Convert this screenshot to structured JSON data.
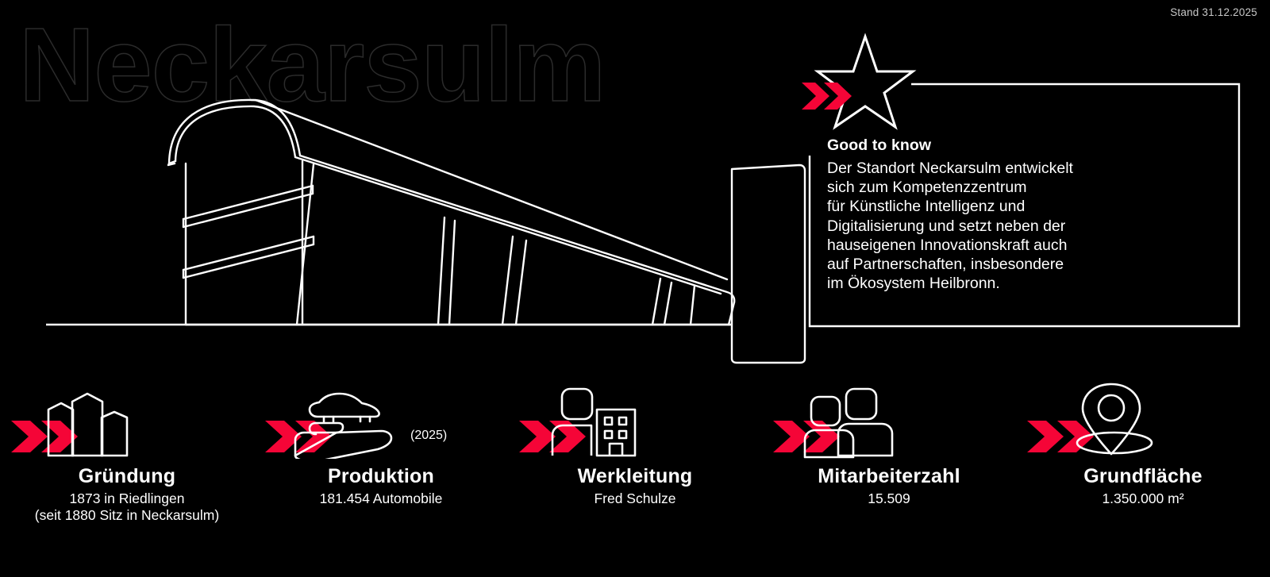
{
  "meta": {
    "date_note": "Stand 31.12.2025",
    "watermark": "Neckarsulm",
    "accent_red": "#F50537",
    "background": "#000000",
    "line_color": "#FFFFFF",
    "watermark_stroke": "#2B2B2B"
  },
  "good_to_know": {
    "title": "Good to know",
    "body": "Der Standort Neckarsulm entwickelt\nsich zum Kompetenzzentrum\nfür Künstliche Intelligenz und\nDigitalisierung und setzt neben der\nhauseigenen Innovationskraft auch\nauf Partnerschaften, insbesondere\nim Ökosystem Heilbronn."
  },
  "stats": [
    {
      "icon": "buildings-icon",
      "note": "",
      "label": "Gründung",
      "value": "1873 in Riedlingen\n(seit 1880 Sitz in Neckarsulm)"
    },
    {
      "icon": "car-in-hand-icon",
      "note": "(2025)",
      "label": "Produktion",
      "value": "181.454 Automobile"
    },
    {
      "icon": "person-building-icon",
      "note": "",
      "label": "Werkleitung",
      "value": "Fred Schulze"
    },
    {
      "icon": "two-people-icon",
      "note": "",
      "label": "Mitarbeiterzahl",
      "value": "15.509"
    },
    {
      "icon": "map-pin-icon",
      "note": "",
      "label": "Grundfläche",
      "value": "1.350.000 m²"
    }
  ],
  "scene": {
    "star_icon": "star-icon",
    "chevron_icon": "double-chevron-icon",
    "factory_illustration": "factory-line-art"
  }
}
